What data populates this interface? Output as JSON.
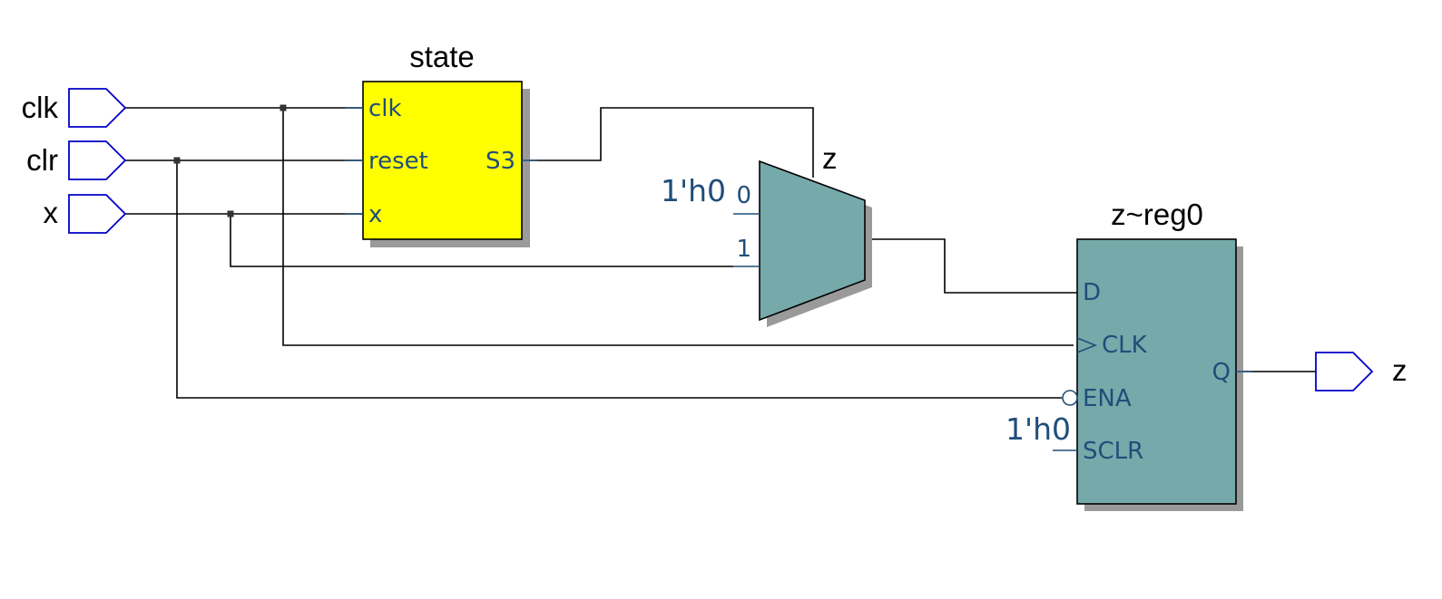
{
  "inputs": {
    "clk": "clk",
    "clr": "clr",
    "x": "x"
  },
  "output": {
    "z": "z"
  },
  "state_block": {
    "title": "state",
    "ports": {
      "clk": "clk",
      "reset": "reset",
      "x": "x",
      "s3": "S3"
    },
    "fill_color": "#ffff00"
  },
  "mux": {
    "output_label": "z",
    "input0_label": "0",
    "input1_label": "1",
    "const_value": "1'h0",
    "fill_color": "#76a9aa"
  },
  "register": {
    "title": "z~reg0",
    "ports": {
      "d": "D",
      "clk": "CLK",
      "ena": "ENA",
      "sclr": "SCLR",
      "q": "Q"
    },
    "sclr_const": "1'h0",
    "fill_color": "#76a9aa"
  },
  "colors": {
    "pin_stroke": "#0000c8",
    "port_text": "#1f4e79",
    "shadow": "#9a9a9a"
  }
}
